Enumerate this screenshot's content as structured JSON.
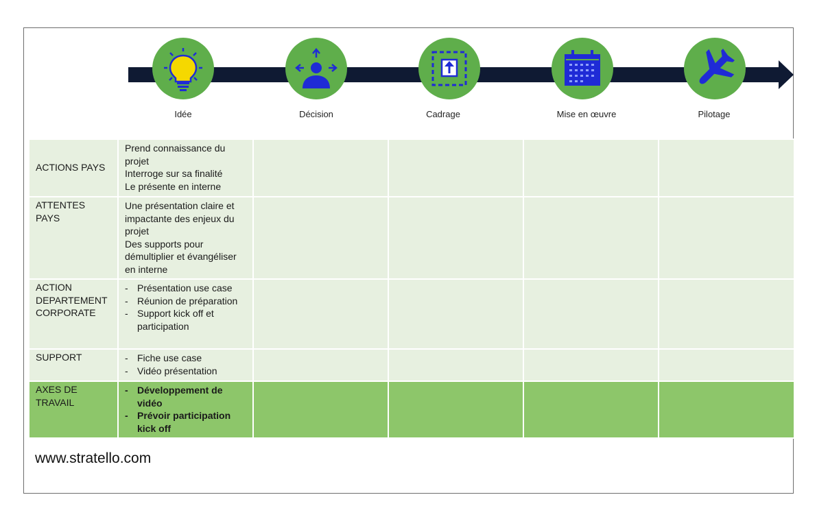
{
  "timeline": {
    "stages": [
      {
        "label": "Idée",
        "icon": "lightbulb-icon"
      },
      {
        "label": "Décision",
        "icon": "person-arrows-icon"
      },
      {
        "label": "Cadrage",
        "icon": "frame-arrow-up-icon"
      },
      {
        "label": "Mise en œuvre",
        "icon": "calendar-icon"
      },
      {
        "label": "Pilotage",
        "icon": "airplane-icon"
      }
    ],
    "colors": {
      "arrow": "#0f1a33",
      "circle": "#5fae4b",
      "icon_blue": "#1f2bd6",
      "icon_yellow": "#f5d800"
    }
  },
  "table": {
    "rows": [
      {
        "header": "ACTIONS PAYS",
        "lines": [
          "Prend connaissance du projet",
          "Interroge sur sa finalité",
          "Le présente en interne"
        ],
        "bullets": []
      },
      {
        "header": "ATTENTES PAYS",
        "lines": [
          "Une présentation claire et impactante des enjeux du projet",
          "Des supports pour démultiplier et évangéliser en interne"
        ],
        "bullets": []
      },
      {
        "header": "ACTION DEPARTEMENT CORPORATE",
        "lines": [],
        "bullets": [
          "Présentation use case",
          "Réunion de préparation",
          "Support kick off et participation"
        ]
      },
      {
        "header": "SUPPORT",
        "lines": [],
        "bullets": [
          "Fiche use case",
          "Vidéo présentation"
        ]
      },
      {
        "header": "AXES DE TRAVAIL",
        "lines": [],
        "bullets": [
          "Développement de vidéo",
          "Prévoir participation kick off"
        ]
      }
    ],
    "bullet_mark": "-",
    "colors": {
      "cell": "#e7f0e0",
      "highlight": "#8dc66a"
    }
  },
  "footer": {
    "url": "www.stratello.com"
  }
}
